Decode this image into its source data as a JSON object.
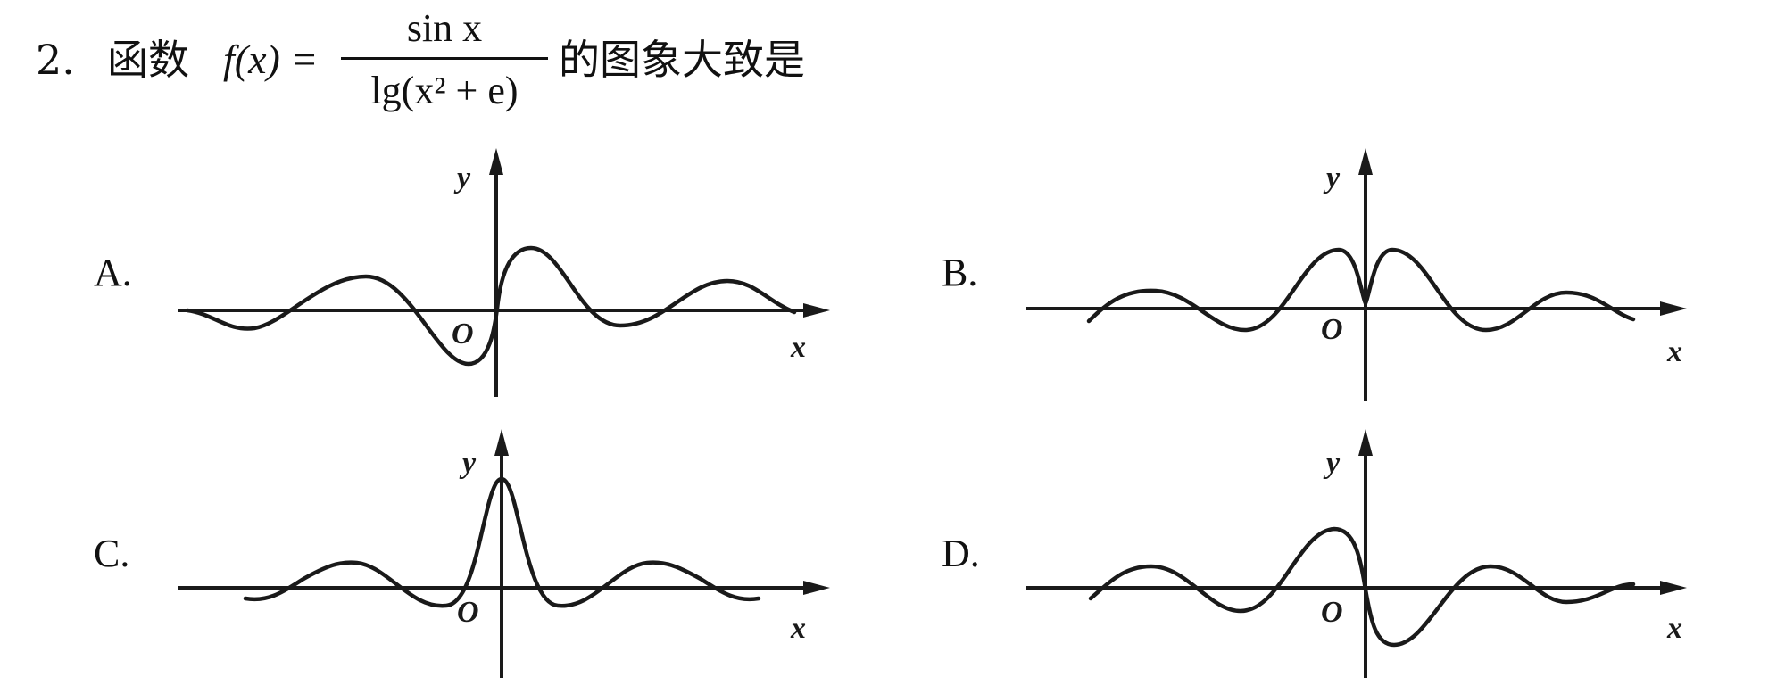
{
  "question": {
    "number": "2.",
    "stem_prefix": "函数",
    "function_lhs": "f(x) =",
    "numerator": "sin x",
    "denominator": "lg(x² + e)",
    "stem_suffix": "的图象大致是"
  },
  "options": [
    {
      "label": "A.",
      "axis_x": "x",
      "axis_y": "y",
      "origin": "O"
    },
    {
      "label": "B.",
      "axis_x": "x",
      "axis_y": "y",
      "origin": "O"
    },
    {
      "label": "C.",
      "axis_x": "x",
      "axis_y": "y",
      "origin": "O"
    },
    {
      "label": "D.",
      "axis_x": "x",
      "axis_y": "y",
      "origin": "O"
    }
  ]
}
